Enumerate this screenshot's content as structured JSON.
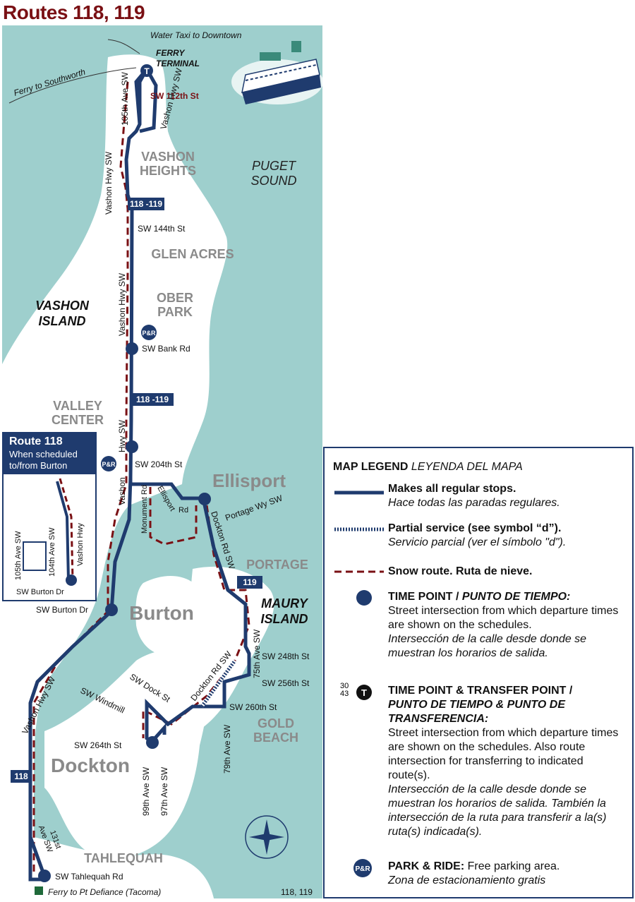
{
  "title": "Routes 118, 119",
  "map": {
    "water": {
      "puget_sound": "PUGET\nSOUND"
    },
    "places": {
      "vashon_heights": "VASHON\nHEIGHTS",
      "glen_acres": "GLEN ACRES",
      "ober_park": "OBER\nPARK",
      "vashon_island": "VASHON\nISLAND",
      "valley_center": "VALLEY\nCENTER",
      "ellisport": "Ellisport",
      "portage": "PORTAGE",
      "maury_island": "MAURY\nISLAND",
      "burton": "Burton",
      "dockton": "Dockton",
      "gold_beach": "GOLD\nBEACH",
      "tahlequah": "TAHLEQUAH",
      "ferry_terminal": "FERRY\nTERMINAL"
    },
    "ferries": {
      "water_taxi": "Water Taxi to Downtown",
      "southworth": "Ferry to Southworth",
      "pt_defiance": "Ferry to Pt Defiance (Tacoma)"
    },
    "streets": {
      "sw112": "SW 112th St",
      "ave105": "105th Ave SW",
      "vashon_hwy_top": "Vashon Hwy SW",
      "vashon_hwy_left": "Vashon Hwy SW",
      "sw144": "SW 144th St",
      "vashon_hwy_mid": "Vashon Hwy SW",
      "sw_bank": "SW Bank Rd",
      "sw204": "SW 204th St",
      "hwy_sw": "Hwy SW",
      "vashon": "Vashon",
      "monument": "Monument Rd",
      "ellisport_rd": "Ellisport",
      "rd": "Rd",
      "dockton_rd": "Dockton Rd SW",
      "portage_wy": "Portage Wy SW",
      "sw_burton_dr": "SW Burton Dr",
      "vashon_hwy_low": "Vashon Hwy SW",
      "ave75": "75th Ave SW",
      "sw248": "SW 248th St",
      "sw256": "SW 256th St",
      "dockton_rd2": "Dockton Rd SW",
      "sw_dock": "SW Dock St",
      "sw_windmill": "SW Windmill",
      "sw260": "SW 260th St",
      "sw264": "SW 264th St",
      "ave99": "99th Ave SW",
      "ave97": "97th Ave SW",
      "ave79": "79th Ave SW",
      "ave131": "131st\nAve SW",
      "sw_tahlequah": "SW Tahlequah Rd"
    },
    "route_badges": {
      "b1": "118 -119",
      "b2": "118 -119",
      "b3": "119",
      "b4": "118"
    },
    "markers": {
      "transfer": "T",
      "park_ride": "P&R"
    },
    "footer_routes": "118, 119"
  },
  "inset": {
    "title": "Route 118",
    "subtitle": "When scheduled\nto/from Burton",
    "streets": {
      "ave105": "105th Ave SW",
      "ave104": "104th Ave SW",
      "vashon_hwy": "Vashon Hwy",
      "burton_dr": "SW Burton Dr"
    }
  },
  "legend": {
    "heading": "MAP LEGEND",
    "heading_es": "LEYENDA DEL MAPA",
    "items": [
      {
        "title": "Makes all regular stops.",
        "es": "Hace todas las paradas regulares."
      },
      {
        "title": "Partial service (see symbol “d”).",
        "es": "Servicio parcial (ver el símbolo \"d\")."
      },
      {
        "title": "Snow route. Ruta de nieve.",
        "es": ""
      },
      {
        "title": "TIME POINT / ",
        "title_es": "PUNTO DE TIEMPO:",
        "body": "Street intersection from which departure times are shown on the schedules.",
        "es": "Intersección de la calle desde donde se muestran los horarios de salida."
      },
      {
        "title": "TIME POINT & TRANSFER POINT /",
        "title_es": "PUNTO DE TIEMPO & PUNTO DE TRANSFERENCIA:",
        "body": "Street intersection from which departure times are shown on the schedules. Also route intersection for transferring to indicated route(s).",
        "es": "Intersección de la calle desde donde se muestran los horarios de salida. También la intersección de la ruta para transferir a la(s) ruta(s) indicada(s)."
      },
      {
        "title": "PARK & RIDE:",
        "body": "Free parking area.",
        "es": "Zona de estacionamiento gratis"
      }
    ],
    "transfer_routes": "30\n43",
    "transfer_symbol": "T",
    "pr_symbol": "P&R"
  },
  "colors": {
    "water": "#9ecfcd",
    "land": "#ffffff",
    "route": "#1f3b6e",
    "snow": "#7a1014",
    "title": "#7a1014",
    "place": "#8a8a8a"
  }
}
